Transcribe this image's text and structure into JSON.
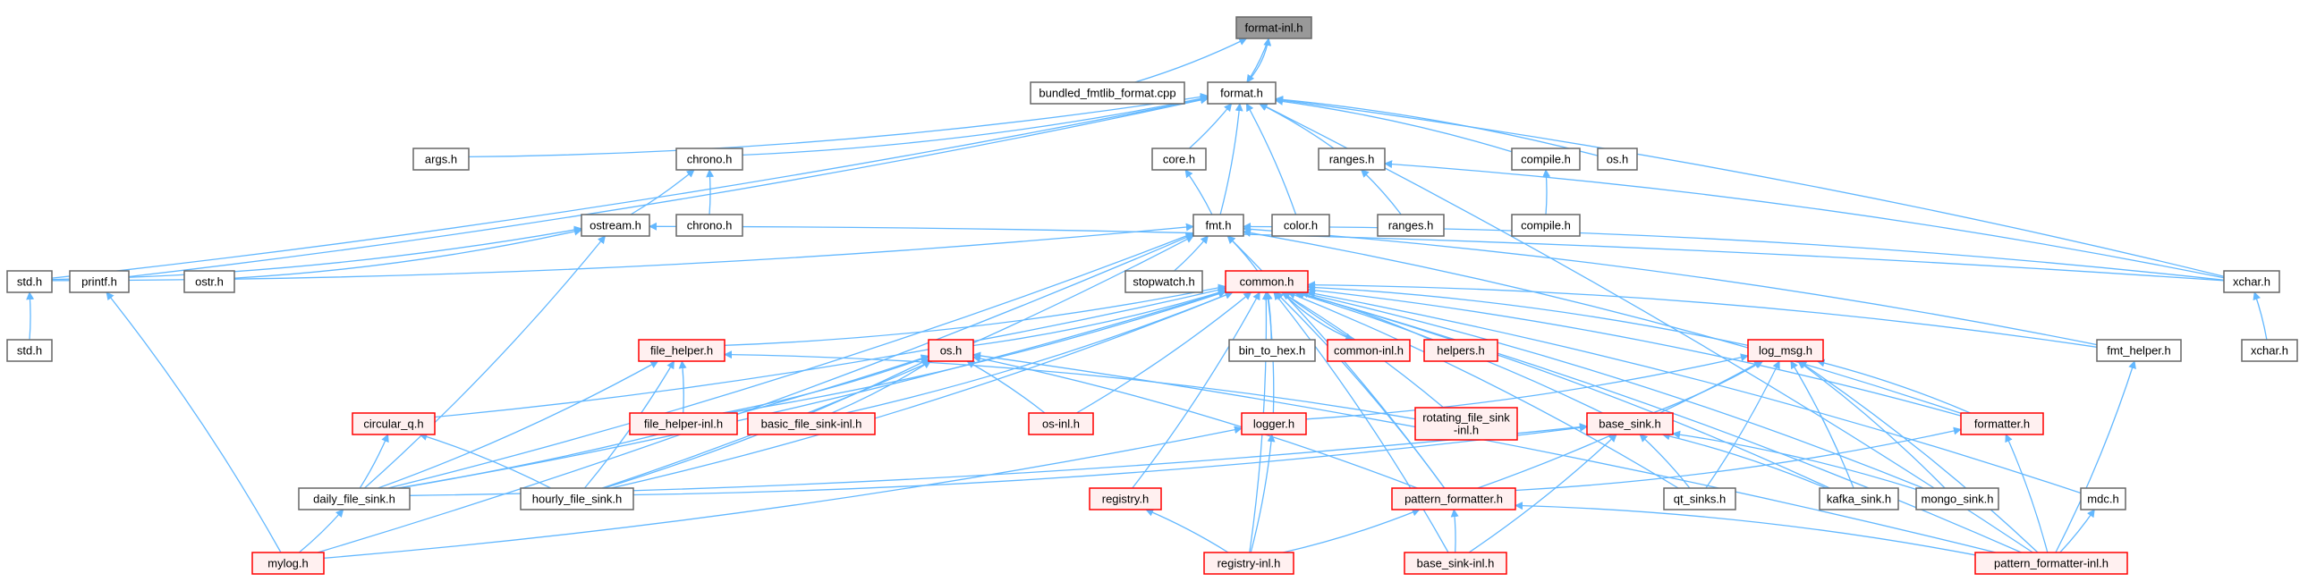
{
  "diagram": {
    "edge_color": "#63b8ff",
    "node_border": "#666666",
    "highlight_border": "#ff0000",
    "root_fill": "#999999",
    "nodes": [
      {
        "id": "format_inl",
        "label": "format-inl.h",
        "style": "root"
      },
      {
        "id": "bundled",
        "label": "bundled_fmtlib_format.cpp",
        "style": "normal"
      },
      {
        "id": "format",
        "label": "format.h",
        "style": "normal"
      },
      {
        "id": "args",
        "label": "args.h",
        "style": "normal"
      },
      {
        "id": "chrono",
        "label": "chrono.h",
        "style": "normal"
      },
      {
        "id": "core",
        "label": "core.h",
        "style": "normal"
      },
      {
        "id": "ranges",
        "label": "ranges.h",
        "style": "normal"
      },
      {
        "id": "compile",
        "label": "compile.h",
        "style": "normal"
      },
      {
        "id": "os",
        "label": "os.h",
        "style": "normal"
      },
      {
        "id": "ostream",
        "label": "ostream.h",
        "style": "normal"
      },
      {
        "id": "chrono2",
        "label": "chrono.h",
        "style": "normal"
      },
      {
        "id": "fmt",
        "label": "fmt.h",
        "style": "normal"
      },
      {
        "id": "color",
        "label": "color.h",
        "style": "normal"
      },
      {
        "id": "ranges2",
        "label": "ranges.h",
        "style": "normal"
      },
      {
        "id": "compile2",
        "label": "compile.h",
        "style": "normal"
      },
      {
        "id": "std",
        "label": "std.h",
        "style": "normal"
      },
      {
        "id": "printf",
        "label": "printf.h",
        "style": "normal"
      },
      {
        "id": "ostr",
        "label": "ostr.h",
        "style": "normal"
      },
      {
        "id": "stopwatch",
        "label": "stopwatch.h",
        "style": "normal"
      },
      {
        "id": "common",
        "label": "common.h",
        "style": "red"
      },
      {
        "id": "xchar",
        "label": "xchar.h",
        "style": "normal"
      },
      {
        "id": "std2",
        "label": "std.h",
        "style": "normal"
      },
      {
        "id": "file_helper",
        "label": "file_helper.h",
        "style": "red"
      },
      {
        "id": "os_h",
        "label": "os.h",
        "style": "red"
      },
      {
        "id": "bin_to_hex",
        "label": "bin_to_hex.h",
        "style": "normal"
      },
      {
        "id": "common_inl",
        "label": "common-inl.h",
        "style": "red"
      },
      {
        "id": "helpers",
        "label": "helpers.h",
        "style": "red"
      },
      {
        "id": "log_msg",
        "label": "log_msg.h",
        "style": "red"
      },
      {
        "id": "fmt_helper",
        "label": "fmt_helper.h",
        "style": "normal"
      },
      {
        "id": "xchar2",
        "label": "xchar.h",
        "style": "normal"
      },
      {
        "id": "circular_q",
        "label": "circular_q.h",
        "style": "red"
      },
      {
        "id": "file_helper_inl",
        "label": "file_helper-inl.h",
        "style": "red"
      },
      {
        "id": "basic_file_sink_inl",
        "label": "basic_file_sink-inl.h",
        "style": "red"
      },
      {
        "id": "os_inl",
        "label": "os-inl.h",
        "style": "red"
      },
      {
        "id": "logger",
        "label": "logger.h",
        "style": "red"
      },
      {
        "id": "rotating",
        "label": "rotating_file_sink\n-inl.h",
        "style": "red"
      },
      {
        "id": "base_sink",
        "label": "base_sink.h",
        "style": "red"
      },
      {
        "id": "formatter",
        "label": "formatter.h",
        "style": "red"
      },
      {
        "id": "daily",
        "label": "daily_file_sink.h",
        "style": "normal"
      },
      {
        "id": "hourly",
        "label": "hourly_file_sink.h",
        "style": "normal"
      },
      {
        "id": "registry",
        "label": "registry.h",
        "style": "red"
      },
      {
        "id": "pattern_formatter",
        "label": "pattern_formatter.h",
        "style": "red"
      },
      {
        "id": "qt_sinks",
        "label": "qt_sinks.h",
        "style": "normal"
      },
      {
        "id": "kafka",
        "label": "kafka_sink.h",
        "style": "normal"
      },
      {
        "id": "mongo",
        "label": "mongo_sink.h",
        "style": "normal"
      },
      {
        "id": "mdc",
        "label": "mdc.h",
        "style": "normal"
      },
      {
        "id": "mylog",
        "label": "mylog.h",
        "style": "red"
      },
      {
        "id": "registry_inl",
        "label": "registry-inl.h",
        "style": "red"
      },
      {
        "id": "base_sink_inl",
        "label": "base_sink-inl.h",
        "style": "red"
      },
      {
        "id": "pattern_formatter_inl",
        "label": "pattern_formatter-inl.h",
        "style": "red"
      }
    ],
    "edges": [
      [
        "bundled",
        "format_inl"
      ],
      [
        "format",
        "format_inl"
      ],
      [
        "format_inl",
        "format"
      ],
      [
        "args",
        "format"
      ],
      [
        "chrono",
        "format"
      ],
      [
        "core",
        "format"
      ],
      [
        "ranges",
        "format"
      ],
      [
        "compile",
        "format"
      ],
      [
        "os",
        "format"
      ],
      [
        "fmt",
        "format"
      ],
      [
        "color",
        "format"
      ],
      [
        "std",
        "format"
      ],
      [
        "xchar",
        "format"
      ],
      [
        "printf",
        "format"
      ],
      [
        "pattern_formatter_inl",
        "format"
      ],
      [
        "ostream",
        "chrono"
      ],
      [
        "chrono2",
        "chrono"
      ],
      [
        "fmt",
        "core"
      ],
      [
        "ranges2",
        "ranges"
      ],
      [
        "xchar",
        "ranges"
      ],
      [
        "compile2",
        "compile"
      ],
      [
        "std",
        "ostream"
      ],
      [
        "ostr",
        "ostream"
      ],
      [
        "daily",
        "ostream"
      ],
      [
        "xchar",
        "ostream"
      ],
      [
        "std",
        "fmt"
      ],
      [
        "stopwatch",
        "fmt"
      ],
      [
        "common",
        "fmt"
      ],
      [
        "xchar",
        "fmt"
      ],
      [
        "fmt_helper",
        "fmt"
      ],
      [
        "formatter",
        "fmt"
      ],
      [
        "daily",
        "fmt"
      ],
      [
        "hourly",
        "fmt"
      ],
      [
        "mylog",
        "fmt"
      ],
      [
        "pattern_formatter",
        "fmt"
      ],
      [
        "std2",
        "std"
      ],
      [
        "mylog",
        "printf"
      ],
      [
        "xchar2",
        "xchar"
      ],
      [
        "file_helper",
        "common"
      ],
      [
        "os_h",
        "common"
      ],
      [
        "bin_to_hex",
        "common"
      ],
      [
        "common_inl",
        "common"
      ],
      [
        "helpers",
        "common"
      ],
      [
        "log_msg",
        "common"
      ],
      [
        "fmt_helper",
        "common"
      ],
      [
        "circular_q",
        "common"
      ],
      [
        "file_helper_inl",
        "common"
      ],
      [
        "basic_file_sink_inl",
        "common"
      ],
      [
        "os_inl",
        "common"
      ],
      [
        "logger",
        "common"
      ],
      [
        "rotating",
        "common"
      ],
      [
        "base_sink",
        "common"
      ],
      [
        "formatter",
        "common"
      ],
      [
        "daily",
        "common"
      ],
      [
        "hourly",
        "common"
      ],
      [
        "registry",
        "common"
      ],
      [
        "pattern_formatter",
        "common"
      ],
      [
        "qt_sinks",
        "common"
      ],
      [
        "kafka",
        "common"
      ],
      [
        "mongo",
        "common"
      ],
      [
        "mdc",
        "common"
      ],
      [
        "registry_inl",
        "common"
      ],
      [
        "base_sink_inl",
        "common"
      ],
      [
        "pattern_formatter_inl",
        "common"
      ],
      [
        "common",
        "common_inl"
      ],
      [
        "file_helper_inl",
        "file_helper"
      ],
      [
        "daily",
        "file_helper"
      ],
      [
        "hourly",
        "file_helper"
      ],
      [
        "rotating",
        "file_helper"
      ],
      [
        "file_helper_inl",
        "os_h"
      ],
      [
        "basic_file_sink_inl",
        "os_h"
      ],
      [
        "os_inl",
        "os_h"
      ],
      [
        "daily",
        "os_h"
      ],
      [
        "hourly",
        "os_h"
      ],
      [
        "pattern_formatter",
        "os_h"
      ],
      [
        "pattern_formatter_inl",
        "os_h"
      ],
      [
        "logger",
        "log_msg"
      ],
      [
        "base_sink",
        "log_msg"
      ],
      [
        "formatter",
        "log_msg"
      ],
      [
        "pattern_formatter",
        "log_msg"
      ],
      [
        "qt_sinks",
        "log_msg"
      ],
      [
        "kafka",
        "log_msg"
      ],
      [
        "mongo",
        "log_msg"
      ],
      [
        "pattern_formatter_inl",
        "log_msg"
      ],
      [
        "pattern_formatter_inl",
        "fmt_helper"
      ],
      [
        "daily",
        "circular_q"
      ],
      [
        "hourly",
        "circular_q"
      ],
      [
        "mylog",
        "logger"
      ],
      [
        "registry_inl",
        "logger"
      ],
      [
        "daily",
        "base_sink"
      ],
      [
        "hourly",
        "base_sink"
      ],
      [
        "qt_sinks",
        "base_sink"
      ],
      [
        "kafka",
        "base_sink"
      ],
      [
        "mongo",
        "base_sink"
      ],
      [
        "base_sink_inl",
        "base_sink"
      ],
      [
        "pattern_formatter",
        "formatter"
      ],
      [
        "pattern_formatter_inl",
        "formatter"
      ],
      [
        "mylog",
        "daily"
      ],
      [
        "registry_inl",
        "registry"
      ],
      [
        "registry_inl",
        "pattern_formatter"
      ],
      [
        "base_sink_inl",
        "pattern_formatter"
      ],
      [
        "pattern_formatter_inl",
        "pattern_formatter"
      ],
      [
        "pattern_formatter_inl",
        "mdc"
      ]
    ]
  }
}
